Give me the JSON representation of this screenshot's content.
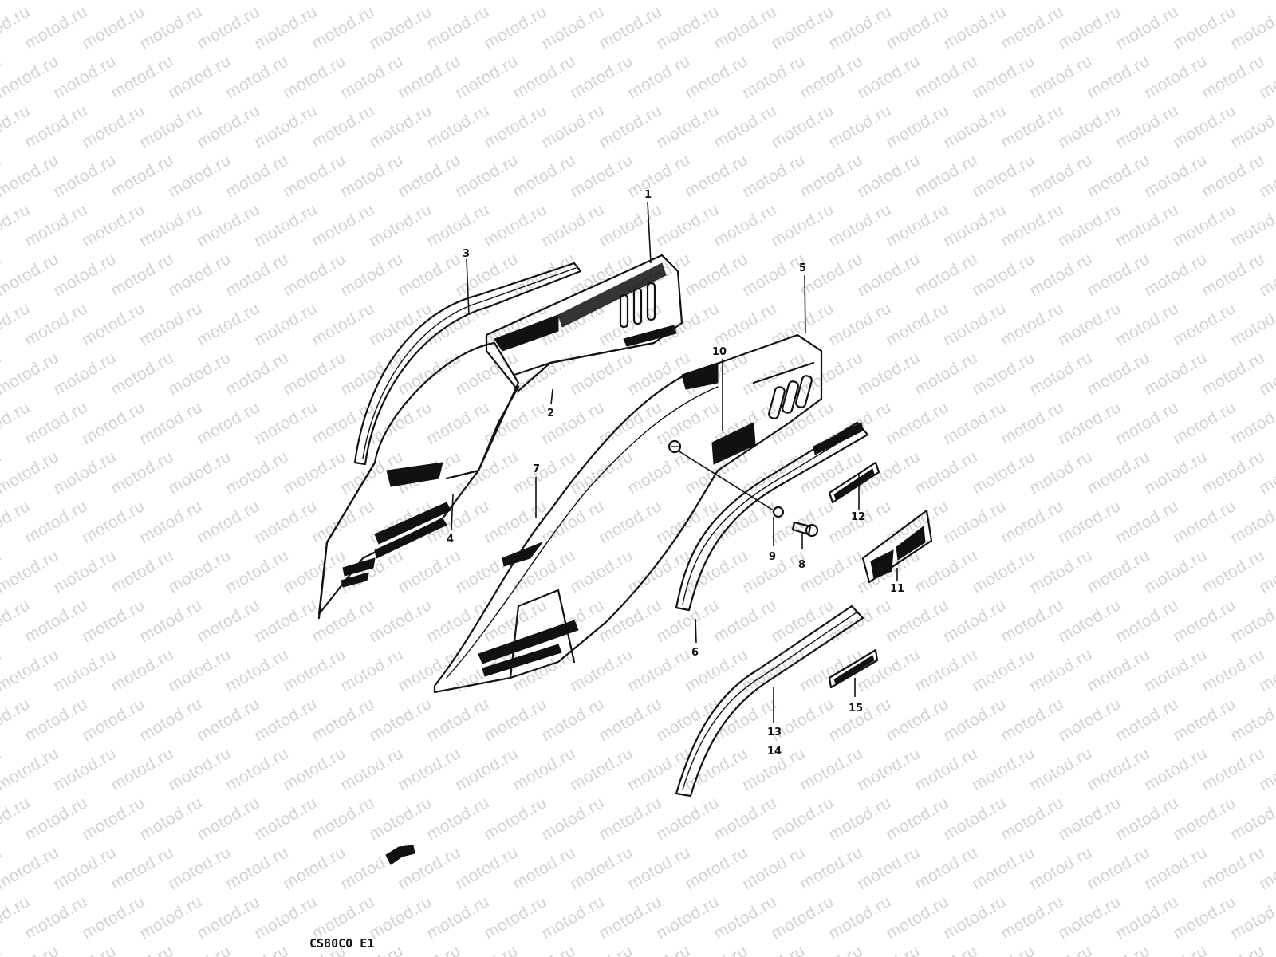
{
  "watermark": {
    "text": "motod.ru",
    "color": "#d2d2d2"
  },
  "diagram": {
    "code": "CS80C0 E1",
    "ink_color": "#111111",
    "callouts": {
      "c1": "1",
      "c2": "2",
      "c3": "3",
      "c4": "4",
      "c5": "5",
      "c6": "6",
      "c7": "7",
      "c8": "8",
      "c9": "9",
      "c10": "10",
      "c11": "11",
      "c12": "12",
      "c13": "13",
      "c14": "14",
      "c15": "15"
    }
  }
}
